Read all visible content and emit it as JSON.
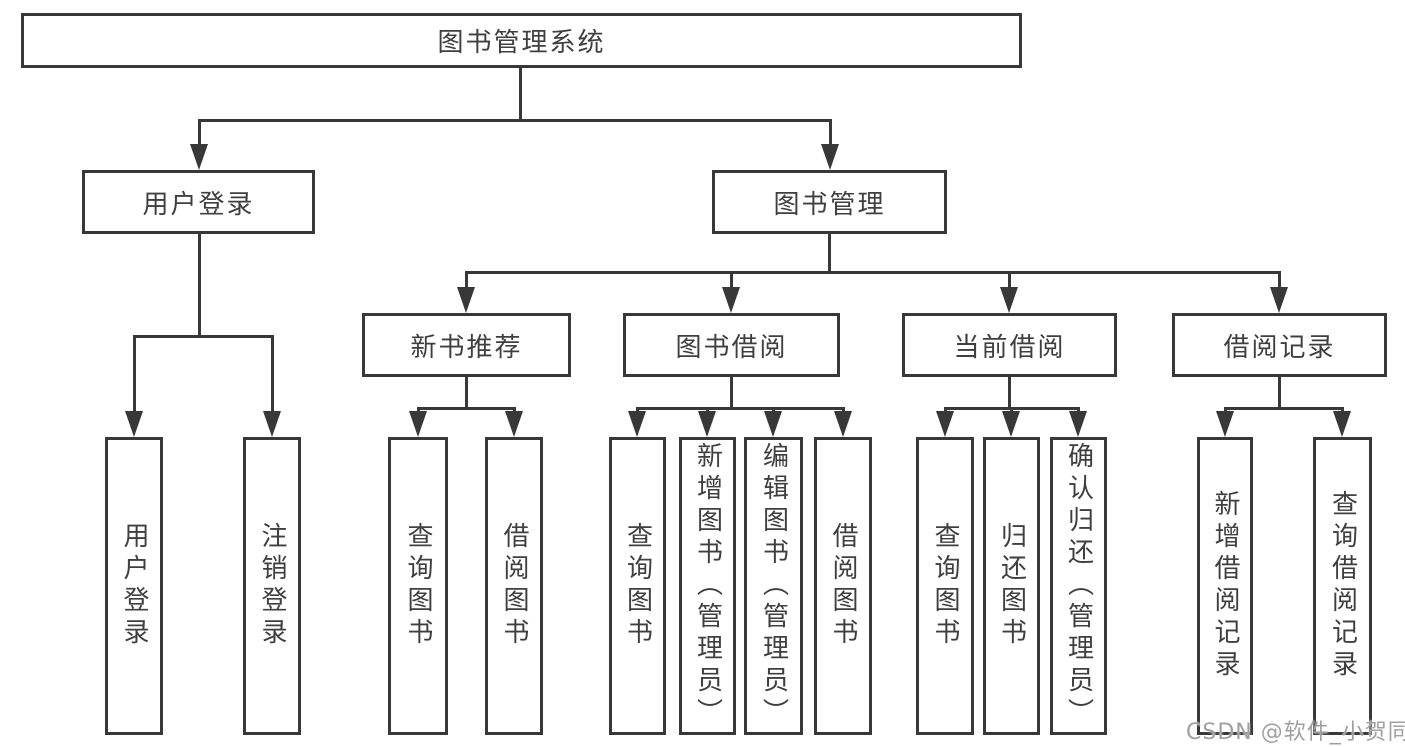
{
  "diagram": {
    "type": "hierarchy-tree",
    "watermark": "CSDN @软件_小贺同学",
    "colors": {
      "line": "#383838",
      "text": "#3f3f3f",
      "background": "#ffffff",
      "watermark": "#a0a0a0"
    },
    "tree": {
      "root": {
        "label": "图书管理系统",
        "children": [
          {
            "label": "用户登录",
            "children": [
              {
                "label": "用户登录"
              },
              {
                "label": "注销登录"
              }
            ]
          },
          {
            "label": "图书管理",
            "children": [
              {
                "label": "新书推荐",
                "children": [
                  {
                    "label": "查询图书"
                  },
                  {
                    "label": "借阅图书"
                  }
                ]
              },
              {
                "label": "图书借阅",
                "children": [
                  {
                    "label": "查询图书"
                  },
                  {
                    "label": "新增图书（管理员）"
                  },
                  {
                    "label": "编辑图书（管理员）"
                  },
                  {
                    "label": "借阅图书"
                  }
                ]
              },
              {
                "label": "当前借阅",
                "children": [
                  {
                    "label": "查询图书"
                  },
                  {
                    "label": "归还图书"
                  },
                  {
                    "label": "确认归还（管理员）"
                  }
                ]
              },
              {
                "label": "借阅记录",
                "children": [
                  {
                    "label": "新增借阅记录"
                  },
                  {
                    "label": "查询借阅记录"
                  }
                ]
              }
            ]
          }
        ]
      }
    }
  }
}
